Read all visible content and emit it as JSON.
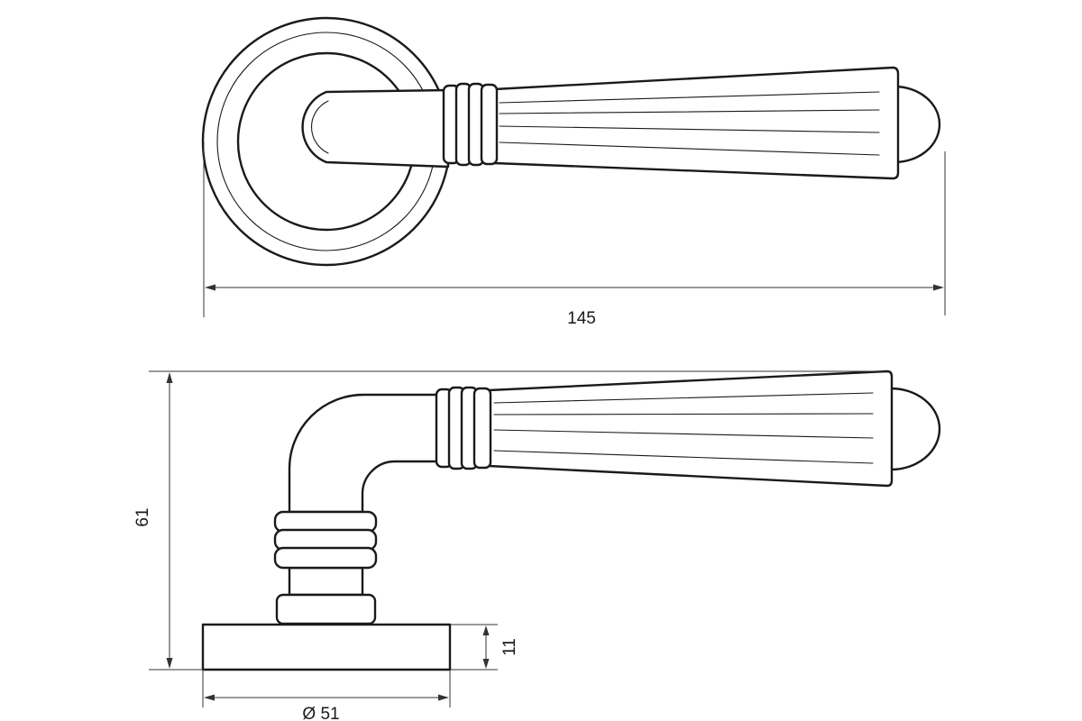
{
  "dimensions": {
    "length": "145",
    "height": "61",
    "base_height": "11",
    "rose_diameter": "Ø 51"
  },
  "colors": {
    "line": "#1a1a1a",
    "background": "#ffffff"
  }
}
